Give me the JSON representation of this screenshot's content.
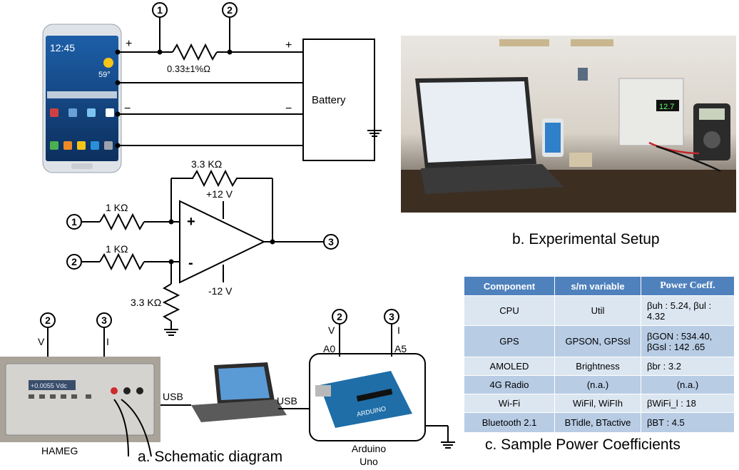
{
  "schematic": {
    "node_1": "1",
    "node_2": "2",
    "node_3": "3",
    "plus": "+",
    "minus": "−",
    "shunt_resistor": "0.33±1%Ω",
    "battery": "Battery",
    "resistor_feedback": "3.3 KΩ",
    "resistor_in1": "1 KΩ",
    "resistor_in2": "1 KΩ",
    "resistor_ground": "3.3 KΩ",
    "supply_pos": "+12 V",
    "supply_neg": "-12 V",
    "opamp_plus": "+",
    "opamp_minus": "-",
    "probe_v": "V",
    "probe_i": "I",
    "arduino_v": "V",
    "arduino_i": "I",
    "pin_a0": "A0",
    "pin_a5": "A5",
    "usb_left": "USB",
    "usb_right": "USB",
    "meter_name": "HAMEG",
    "meter_display": "+0.0055 Vdc",
    "arduino_line1": "Arduino",
    "arduino_line2": "Uno",
    "phone_time": "12:45",
    "phone_temp": "59°",
    "arduino_board_text": "ARDUINO",
    "psu_display": "12.7"
  },
  "captions": {
    "a": "a. Schematic diagram",
    "b": "b. Experimental Setup",
    "c": "c. Sample Power Coefficients"
  },
  "table": {
    "headers": [
      "Component",
      "s/m variable",
      "Power Coeff."
    ],
    "rows": [
      {
        "component": "CPU",
        "variable": "Util",
        "coeff": "βuh : 5.24, βul : 4.32"
      },
      {
        "component": "GPS",
        "variable": "GPSON, GPSsl",
        "coeff": "βGON : 534.40, βGsl : 142 .65"
      },
      {
        "component": "AMOLED",
        "variable": "Brightness",
        "coeff": "βbr : 3.2"
      },
      {
        "component": "4G Radio",
        "variable": "(n.a.)",
        "coeff": "(n.a.)"
      },
      {
        "component": "Wi-Fi",
        "variable": "WiFil, WiFIh",
        "coeff": "βWiFi_l : 18"
      },
      {
        "component": "Bluetooth 2.1",
        "variable": "BTidle, BTactive",
        "coeff": "βBT : 4.5"
      }
    ]
  },
  "colors": {
    "header_bg": "#4f81bd",
    "row_light": "#dce6f1",
    "row_dark": "#b8cce4",
    "arduino_blue": "#1f6ea8"
  }
}
